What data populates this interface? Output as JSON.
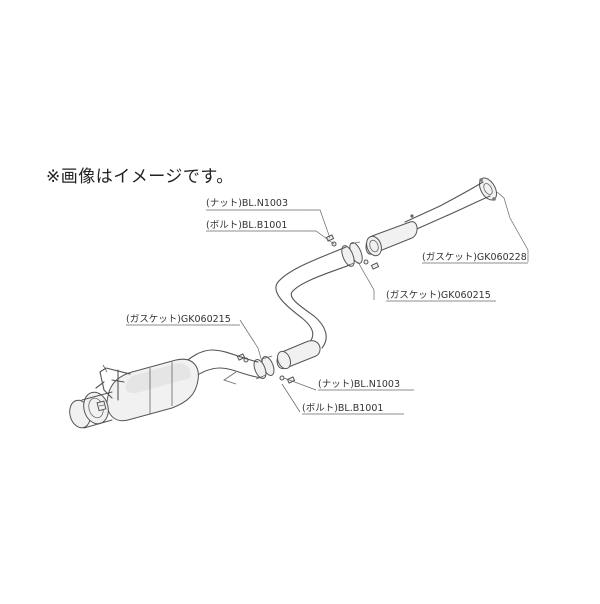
{
  "note": "※画像はイメージです。",
  "labels": {
    "nut_top": "(ナット)BL.N1003",
    "bolt_top": "(ボルト)BL.B1001",
    "gasket_front": "(ガスケット)GK060228",
    "gasket_mid": "(ガスケット)GK060215",
    "gasket_rear": "(ガスケット)GK060215",
    "nut_bottom": "(ナット)BL.N1003",
    "bolt_bottom": "(ボルト)BL.B1001"
  },
  "colors": {
    "line": "#555555",
    "background": "#ffffff"
  }
}
